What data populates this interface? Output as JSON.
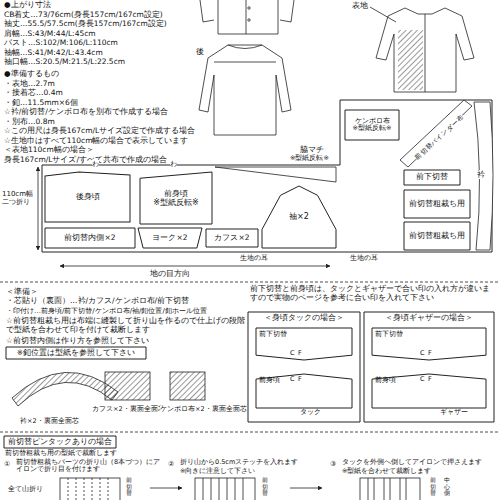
{
  "diagram": {
    "nodes": [
      {
        "text": [
          "後身頃"
        ]
      },
      {
        "text": [
          "前身頃",
          "※型紙反転※"
        ]
      },
      {
        "text": [
          "袖×2"
        ]
      },
      {
        "text": [
          "前切替内側×2"
        ]
      },
      {
        "text": [
          "ヨーク×2"
        ]
      },
      {
        "text": [
          "カフス×2"
        ]
      },
      {
        "text": [
          "ケンボロ布",
          "※型紙反転※"
        ]
      },
      {
        "text": [
          "前下切替"
        ]
      },
      {
        "text": [
          "前切替粗裁ち用"
        ]
      },
      {
        "text": [
          "前切替粗裁ち用"
        ]
      },
      {
        "text": [
          "＜身頃タックの場合＞"
        ]
      },
      {
        "text": [
          "前下切替"
        ],
        "in": 10
      },
      {
        "text": [
          "前身頃"
        ],
        "in": 10
      },
      {
        "text": [
          "＜身頃ギャザーの場合＞"
        ]
      },
      {
        "text": [
          "前下切替"
        ],
        "in": 13
      },
      {
        "text": [
          "前身頃"
        ],
        "in": 13
      },
      {
        "text": [
          "前切替ピンタックありの場合"
        ]
      },
      {
        "text": [
          "※釦位置は型紙を参照して下さい"
        ]
      }
    ],
    "labels": [
      "●上がり寸法",
      "CB着丈…73/76cm(身長157cm/167cm設定)",
      "袖丈…55.5/57.5cm(身長157cm/167cm設定)",
      "肩幅…S:43/M:44/L:45cm",
      "バスト…S:102/M:106/L:110cm",
      "袖幅…S:41/M:42/L:43.4cm",
      "袖口幅…S:20.5/M:21.5/L:22.5cm",
      "●準備するもの",
      "・表地…2.7m",
      "・接着芯…0.4m",
      "・釦…11.5mm×6個",
      "☆衿/前切替/ケンボロ布を別布で作成する場合",
      "・別布…0.8m",
      "☆この用尺は身長167cm/Lサイズ設定で作成する場合",
      "☆生地巾はすべて110cm幅の場合で表示しています",
      "表地",
      "後",
      "＜表地110cm幅の場合＞",
      "身長167cm/Lサイズ/すべて共布で作成の場合",
      "脇マチ",
      "※型紙反転※",
      "わ",
      "わ",
      "衿",
      "前切替バインダー布",
      "110cm幅 二つ折り",
      "生地の耳",
      "生地の耳",
      "地の目方向",
      "＜準備＞",
      "・芯貼り（裏面）…衿/カフス/ケンボロ布/前下切替",
      "・印付け…前身頃/前下切替/ケンボロ布/袖/釦位置/釦ホール位置",
      "☆前切替粗裁ち用は布端に縫製して折り山を作るので仕上げの段階で型紙を合わせて印を付けて裁断します",
      "☆前切替内側は作り方を参照して下さい",
      "前下切替と前身頃は、タックとギャザーで合い印の入れ方が違いますので実物のページを参考に合い印を入れて下さい",
      "衿×2・裏面全面芯",
      "カフス×2・裏面全面芯",
      "ケンボロ布×2・裏面全面芯",
      "C",
      "F",
      "C",
      "F",
      "タック",
      "C",
      "F",
      "C",
      "F",
      "ギャザー",
      "前切替粗裁ち用の型紙で裁断します",
      "①",
      "前切替粗裁ちパーツの折り山（8本づつ）にアイロンで折り目を付けます",
      "全て山折り",
      "前切替",
      "②",
      "折り山から0.5cmステッチを入れます",
      "※向きに注意して下さい",
      "前切替",
      "③",
      "タックを外側へ倒してアイロンで押さえます",
      "※型紙を合わせて裁断します",
      "前切替",
      "中心側"
    ]
  }
}
